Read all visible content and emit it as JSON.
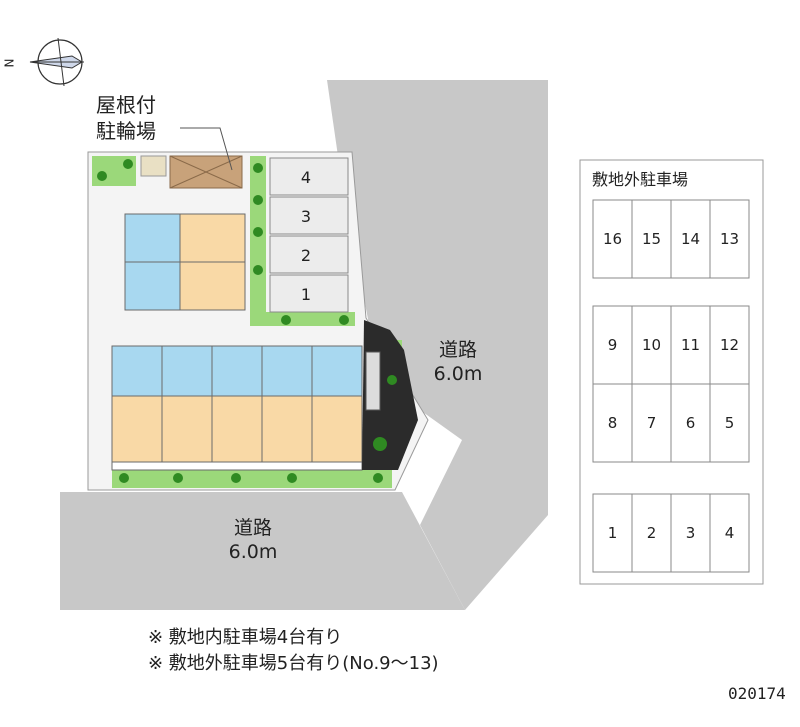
{
  "compass": {
    "label": "N",
    "icon": "compass-icon"
  },
  "bicycle_parking": {
    "line1": "屋根付",
    "line2": "駐輪場"
  },
  "roads": [
    {
      "id": "road-east",
      "name": "道路",
      "width": "6.0m"
    },
    {
      "id": "road-south",
      "name": "道路",
      "width": "6.0m"
    }
  ],
  "onsite_parking": {
    "slots": [
      "4",
      "3",
      "2",
      "1"
    ]
  },
  "offsite_parking": {
    "title": "敷地外駐車場",
    "blocks": [
      {
        "rows": [
          [
            "16",
            "15",
            "14",
            "13"
          ]
        ]
      },
      {
        "rows": [
          [
            "9",
            "10",
            "11",
            "12"
          ],
          [
            "8",
            "7",
            "6",
            "5"
          ]
        ]
      },
      {
        "rows": [
          [
            "1",
            "2",
            "3",
            "4"
          ]
        ]
      }
    ]
  },
  "notes": [
    "※ 敷地内駐車場4台有り",
    "※ 敷地外駐車場5台有り(No.9～13)"
  ],
  "property_code": "020174",
  "colors": {
    "road": "#c8c8c8",
    "site": "#f4f4f4",
    "room": "#f9d9a6",
    "water_area": "#a8d8f0",
    "greenery": "#9bd87a",
    "shrub": "#2f8a22",
    "dark_zone": "#2b2b2b"
  }
}
